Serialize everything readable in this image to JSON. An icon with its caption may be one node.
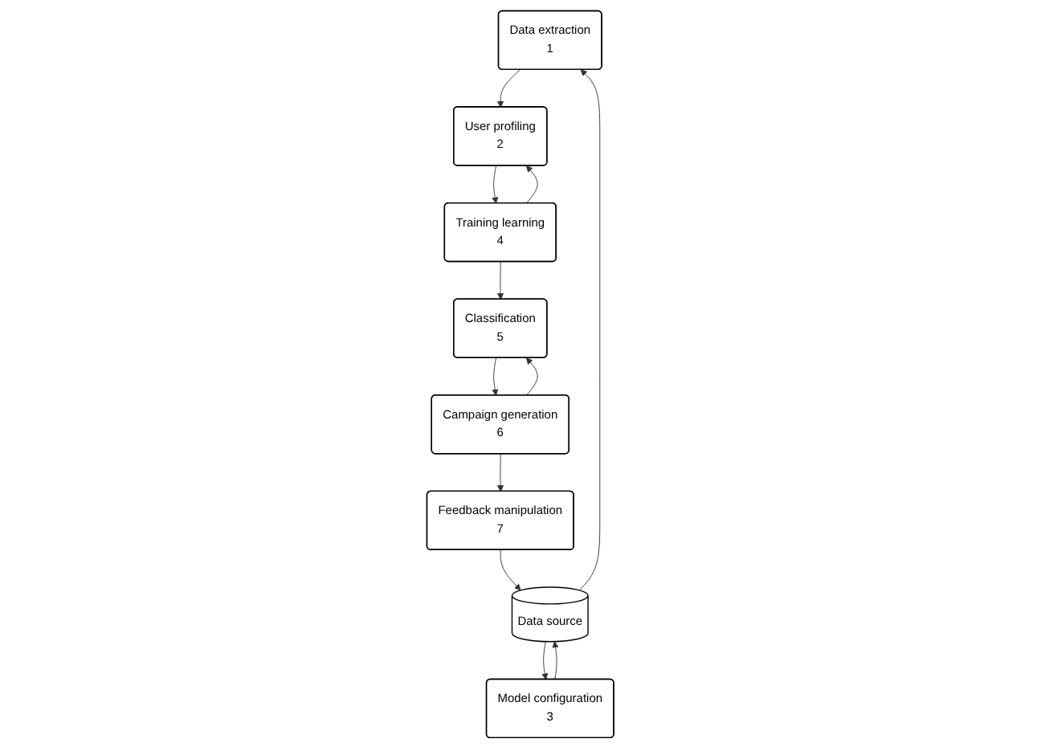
{
  "diagram": {
    "nodes": [
      {
        "text": [
          "Data extraction",
          "1"
        ]
      },
      {
        "text": [
          "Feedback manipulation",
          "7"
        ]
      },
      {
        "text": [
          "Data source"
        ]
      },
      {
        "text": [
          "User profiling",
          "2"
        ]
      },
      {
        "text": [
          "Campaign generation",
          "6"
        ]
      },
      {
        "text": [
          "Model configuration",
          "3"
        ]
      },
      {
        "text": [
          "Training learning",
          "4"
        ]
      },
      {
        "text": [
          "Classification",
          "5"
        ]
      }
    ],
    "edges": [
      {
        "from": 2,
        "to": 0,
        "arrow": "to"
      },
      {
        "from": 1,
        "to": 2,
        "arrow": "to"
      },
      {
        "from": 0,
        "to": 3,
        "arrow": "to"
      },
      {
        "from": 2,
        "to": 5,
        "arrow": "to"
      },
      {
        "from": 5,
        "to": 2,
        "arrow": "to"
      },
      {
        "from": 3,
        "to": 6,
        "arrow": "to"
      },
      {
        "from": 6,
        "to": 3,
        "arrow": "to"
      },
      {
        "from": 6,
        "to": 7,
        "arrow": "to"
      },
      {
        "from": 7,
        "to": 4,
        "arrow": "to"
      },
      {
        "from": 4,
        "to": 7,
        "arrow": "to"
      },
      {
        "from": 4,
        "to": 1,
        "arrow": "to"
      }
    ]
  }
}
